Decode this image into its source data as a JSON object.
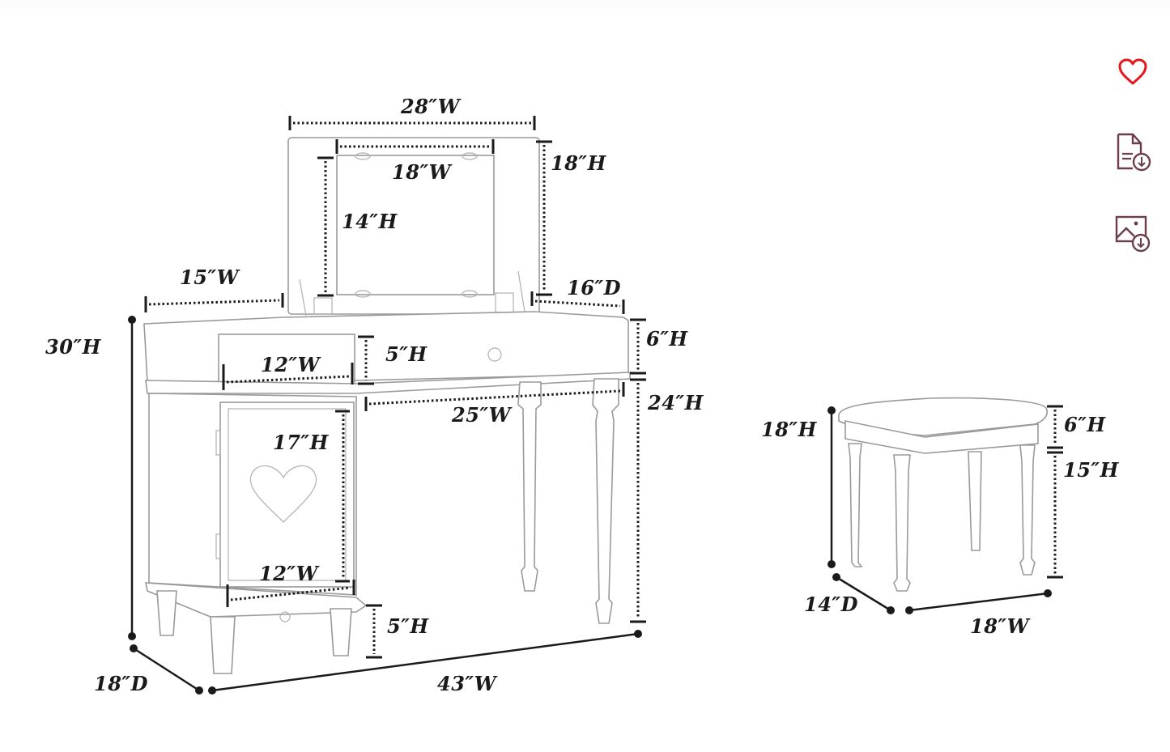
{
  "actions": {
    "favorite": {
      "icon": "heart-outline-icon",
      "color": "#e8151b"
    },
    "download_spec": {
      "icon": "document-download-icon",
      "color": "#6b3f4a"
    },
    "download_image": {
      "icon": "image-download-icon",
      "color": "#6b3f4a"
    }
  },
  "vanity": {
    "mirror_frame_width": "28″W",
    "mirror_width": "18″W",
    "mirror_height": "14″H",
    "mirror_frame_height": "18″H",
    "top_left_width": "15″W",
    "depth_top": "16″D",
    "overall_height": "30″H",
    "drawer_width": "12″W",
    "drawer_height": "5″H",
    "apron_height": "6″H",
    "knee_width": "25″W",
    "leg_height": "24″H",
    "door_height": "17″H",
    "door_width": "12″W",
    "foot_height": "5″H",
    "overall_depth": "18″D",
    "overall_width": "43″W"
  },
  "stool": {
    "overall_height": "18″H",
    "seat_height": "6″H",
    "leg_height": "15″H",
    "depth": "14″D",
    "width": "18″W"
  }
}
